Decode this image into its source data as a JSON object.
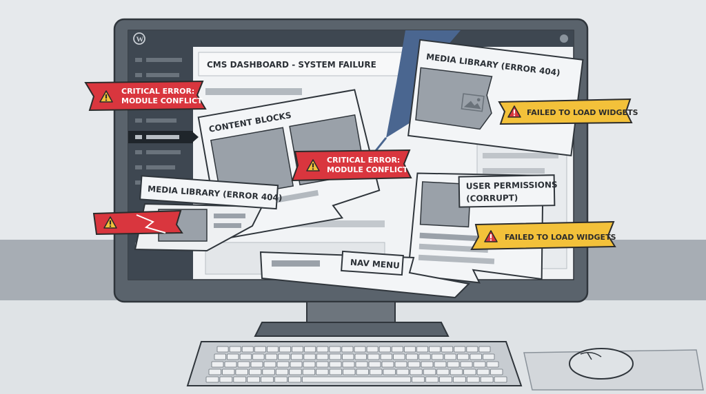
{
  "dashboard": {
    "title": "CMS DASHBOARD - SYSTEM FAILURE"
  },
  "fragments": {
    "media_library_top": "MEDIA LIBRARY (ERROR 404)",
    "content_blocks": "CONTENT BLOCKS",
    "media_library_left": "MEDIA LIBRARY (ERROR 404)",
    "user_permissions_line1": "USER PERMISSIONS",
    "user_permissions_line2": "(CORRUPT)",
    "nav_menu": "NAV MENU"
  },
  "alerts": {
    "critical_left_line1": "CRITICAL ERROR:",
    "critical_left_line2": "MODULE CONFLICT",
    "critical_center_line1": "CRITICAL ERROR:",
    "critical_center_line2": "MODULE CONFLICT",
    "widgets_top": "FAILED TO LOAD WIDGETS",
    "widgets_bottom": "FAILED TO LOAD WIDGETS"
  },
  "colors": {
    "critical": "#d9363e",
    "warning": "#f3c13a",
    "sidebar": "#3e4751",
    "bezel": "#5a636c"
  },
  "icons": {
    "cms_logo": "wordpress-logo-icon",
    "alert": "warning-triangle-icon",
    "image": "image-placeholder-icon"
  }
}
